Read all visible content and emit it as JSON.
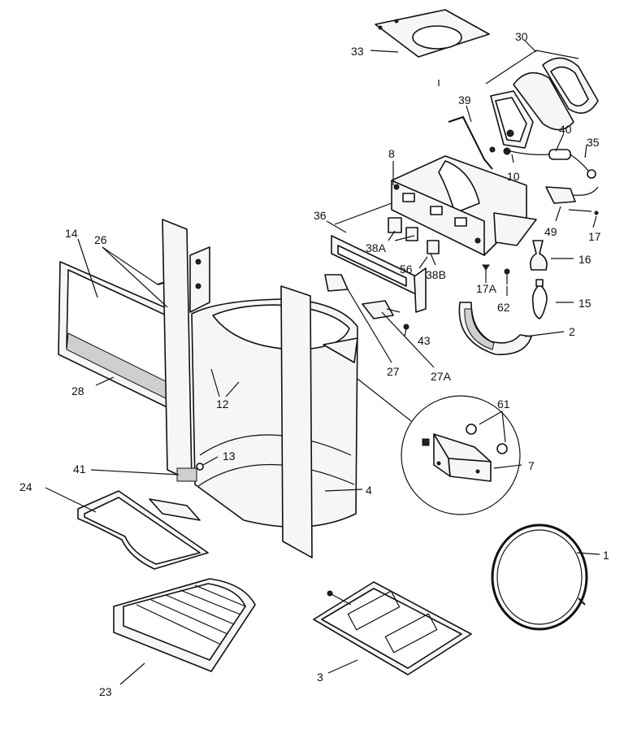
{
  "diagram": {
    "callouts": [
      {
        "id": "c1",
        "text": "1"
      },
      {
        "id": "c2",
        "text": "2"
      },
      {
        "id": "c3",
        "text": "3"
      },
      {
        "id": "c4",
        "text": "4"
      },
      {
        "id": "c7",
        "text": "7"
      },
      {
        "id": "c8",
        "text": "8"
      },
      {
        "id": "c10",
        "text": "10"
      },
      {
        "id": "c12",
        "text": "12"
      },
      {
        "id": "c13",
        "text": "13"
      },
      {
        "id": "c14",
        "text": "14"
      },
      {
        "id": "c15",
        "text": "15"
      },
      {
        "id": "c16",
        "text": "16"
      },
      {
        "id": "c17",
        "text": "17"
      },
      {
        "id": "c17a",
        "text": "17A"
      },
      {
        "id": "c23",
        "text": "23"
      },
      {
        "id": "c24",
        "text": "24"
      },
      {
        "id": "c26",
        "text": "26"
      },
      {
        "id": "c27",
        "text": "27"
      },
      {
        "id": "c27a",
        "text": "27A"
      },
      {
        "id": "c28",
        "text": "28"
      },
      {
        "id": "c30",
        "text": "30"
      },
      {
        "id": "c33",
        "text": "33"
      },
      {
        "id": "c35",
        "text": "35"
      },
      {
        "id": "c36",
        "text": "36"
      },
      {
        "id": "c38a",
        "text": "38A"
      },
      {
        "id": "c38b",
        "text": "38B"
      },
      {
        "id": "c39",
        "text": "39"
      },
      {
        "id": "c40",
        "text": "40"
      },
      {
        "id": "c41",
        "text": "41"
      },
      {
        "id": "c43",
        "text": "43"
      },
      {
        "id": "c49",
        "text": "49"
      },
      {
        "id": "c56",
        "text": "56"
      },
      {
        "id": "c61",
        "text": "61"
      },
      {
        "id": "c62",
        "text": "62"
      }
    ]
  }
}
